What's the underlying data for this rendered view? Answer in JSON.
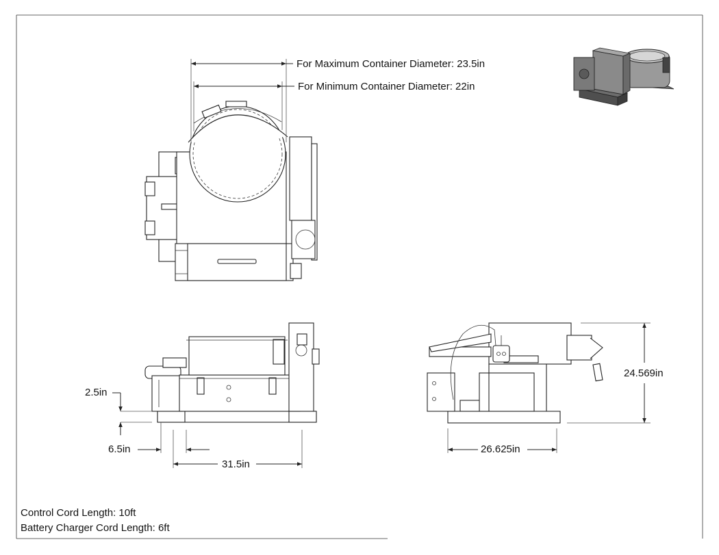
{
  "dimensions": {
    "max_container": "For Maximum Container Diameter: 23.5in",
    "min_container": "For Minimum Container Diameter: 22in",
    "side_height": "24.569in",
    "side_depth": "26.625in",
    "front_width": "31.5in",
    "front_offset": "6.5in",
    "front_clearance": "2.5in"
  },
  "notes": {
    "control_cord": "Control Cord Length: 10ft",
    "charger_cord": "Battery Charger Cord Length: 6ft"
  },
  "colors": {
    "line": "#222222",
    "background": "#ffffff",
    "iso_gray": "#8a8a8a"
  }
}
